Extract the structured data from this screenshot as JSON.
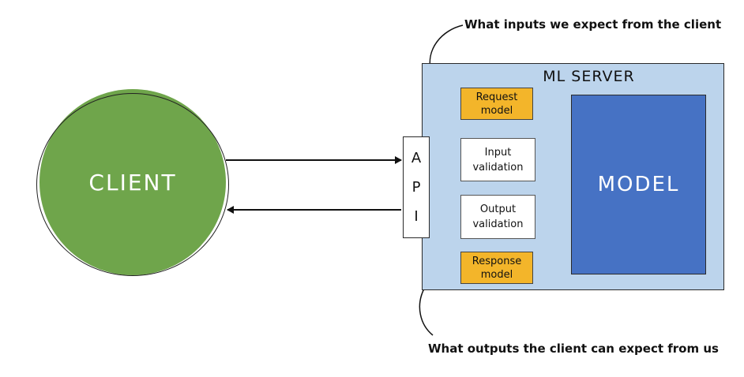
{
  "client": {
    "label": "CLIENT"
  },
  "server": {
    "title": "ML SERVER"
  },
  "api": {
    "letters": [
      "A",
      "P",
      "I"
    ]
  },
  "request_model": {
    "label": "Request\nmodel"
  },
  "input_validation": {
    "label": "Input\nvalidation"
  },
  "output_validation": {
    "label": "Output\nvalidation"
  },
  "response_model": {
    "label": "Response\nmodel"
  },
  "model": {
    "label": "MODEL"
  },
  "annotations": {
    "inputs": "What inputs we expect from the client",
    "outputs": "What outputs the client can expect from us"
  },
  "colors": {
    "client": "#6fa54b",
    "server": "#bcd4ec",
    "model": "#4672c4",
    "schema_box": "#f3b52a"
  }
}
